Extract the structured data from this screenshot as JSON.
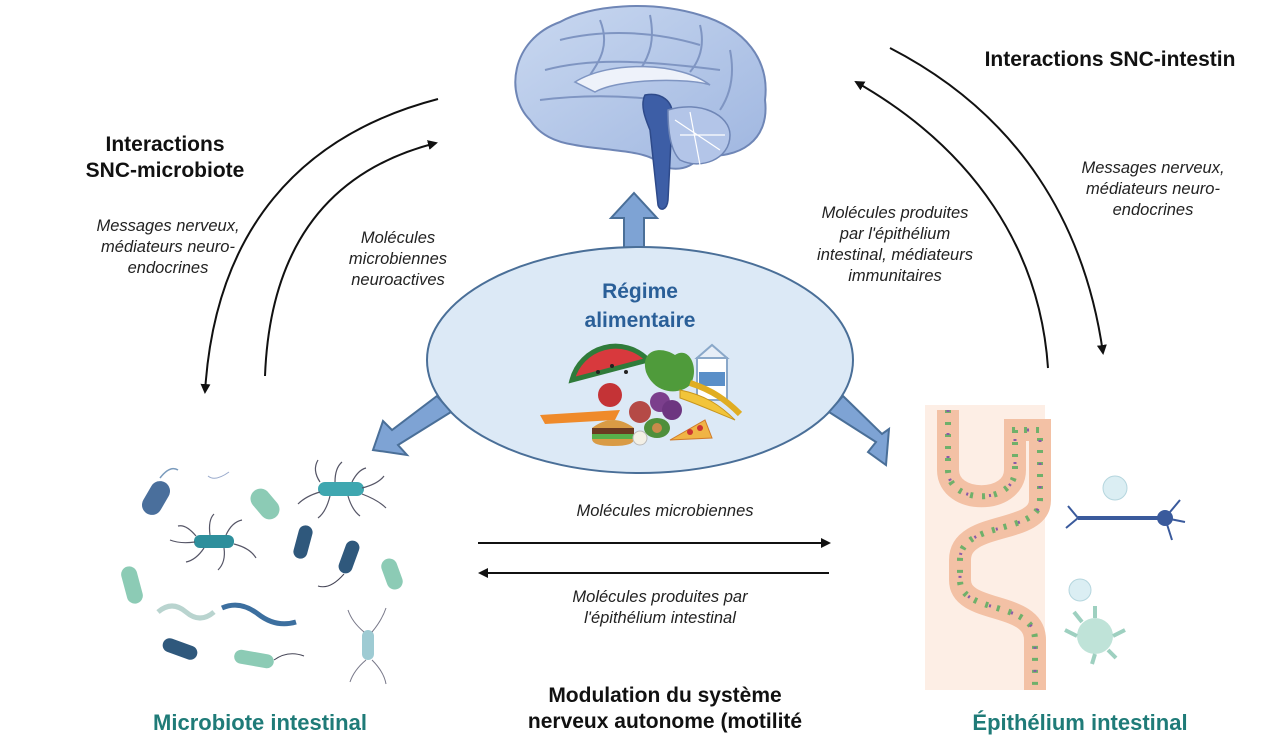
{
  "center": {
    "title_line1": "Régime",
    "title_line2": "alimentaire"
  },
  "left_top": {
    "title_line1": "Interactions",
    "title_line2": "SNC-microbiote",
    "outer_note_line1": "Messages nerveux,",
    "outer_note_line2": "médiateurs neuro-",
    "outer_note_line3": "endocrines",
    "inner_note_line1": "Molécules",
    "inner_note_line2": "microbiennes",
    "inner_note_line3": "neuroactives"
  },
  "right_top": {
    "title": "Interactions SNC-intestin",
    "outer_note_line1": "Messages nerveux,",
    "outer_note_line2": "médiateurs neuro-",
    "outer_note_line3": "endocrines",
    "inner_note_line1": "Molécules produites",
    "inner_note_line2": "par l'épithélium",
    "inner_note_line3": "intestinal, médiateurs",
    "inner_note_line4": "immunitaires"
  },
  "middle": {
    "top_arrow_label": "Molécules microbiennes",
    "bottom_arrow_label_line1": "Molécules produites par",
    "bottom_arrow_label_line2": "l'épithélium intestinal"
  },
  "bottom": {
    "center_line1": "Modulation du système",
    "center_line2": "nerveux autonome (motilité",
    "left_label": "Microbiote intestinal",
    "right_label": "Épithélium intestinal"
  },
  "colors": {
    "accent_blue": "#2a5f98",
    "ellipse_fill": "#dce9f6",
    "ellipse_stroke": "#4a6f98",
    "arrow_blue": "#7ea3d4",
    "label_teal": "#1f7b78"
  }
}
